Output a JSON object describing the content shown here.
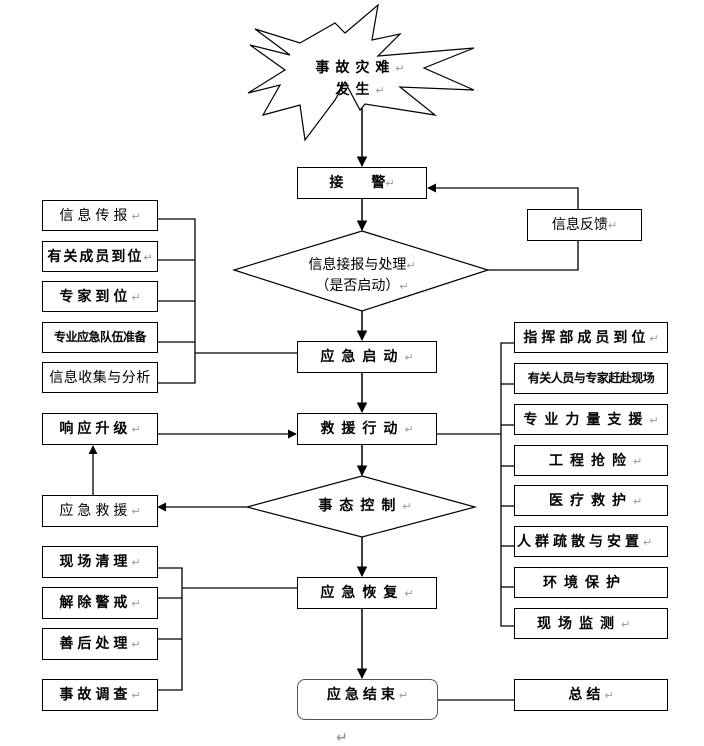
{
  "start": {
    "line1": "事故灾难",
    "line2": "发生"
  },
  "main_flow": {
    "receive_alarm": "接　　警",
    "decision_info": {
      "line1": "信息接报与处理",
      "line2": "（是否启动）"
    },
    "emergency_start": "应急启动",
    "rescue_action": "救援行动",
    "situation_control": "事态控制",
    "emergency_recovery": "应急恢复",
    "emergency_end": "应急结束"
  },
  "feedback": "信息反馈",
  "startup_tasks": [
    "信息传报",
    "有关成员到位",
    "专家到位",
    "专业应急队伍准备",
    "信息收集与分析"
  ],
  "rescue_tasks": [
    "指挥部成员到位",
    "有关人员与专家赶赴现场",
    "专业力量支援",
    "工程抢险",
    "医疗救护",
    "人群疏散与安置",
    "环境保护",
    "现场监测"
  ],
  "escalation": {
    "response_upgrade": "响应升级",
    "emergency_rescue": "应急救援"
  },
  "recovery_tasks": [
    "现场清理",
    "解除警戒",
    "善后处理",
    "事故调查"
  ],
  "summary": "总结",
  "paragraph_mark": "↵"
}
